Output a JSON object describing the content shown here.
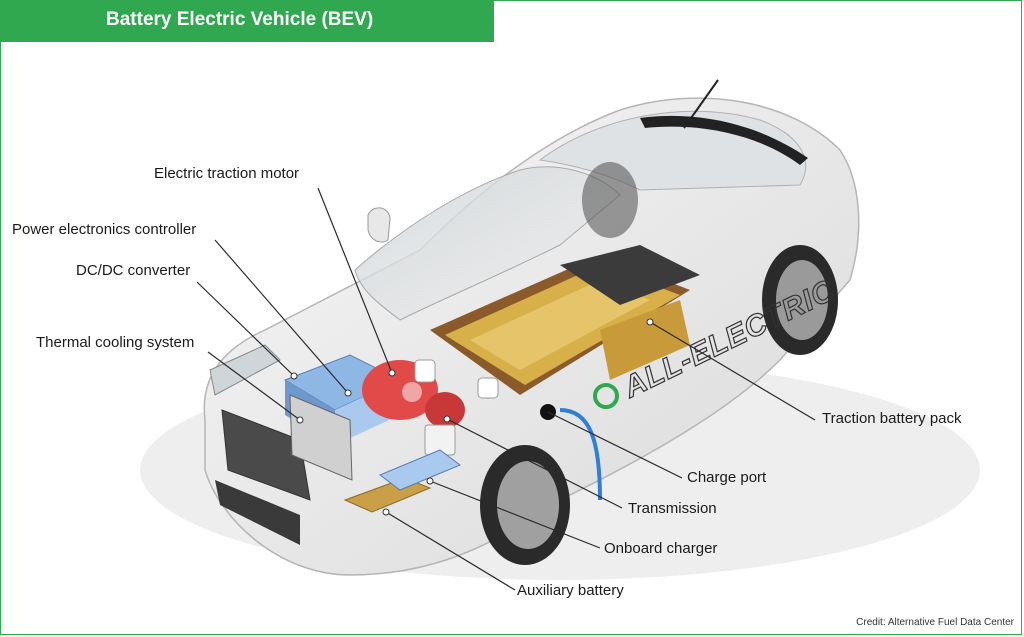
{
  "title": "Battery Electric Vehicle (BEV)",
  "colors": {
    "accent": "#2fa84f",
    "battery": "#d8b04a",
    "motor": "#e24a4a",
    "converter": "#8fb7e6",
    "cable": "#2f7fd8"
  },
  "car_badge": "ALL-ELECTRIC",
  "labels": [
    "Electric traction motor",
    "Power electronics controller",
    "DC/DC converter",
    "Thermal cooling system",
    "Traction battery pack",
    "Charge port",
    "Transmission",
    "Onboard charger",
    "Auxiliary battery"
  ],
  "credit": "Credit: Alternative Fuel Data Center"
}
